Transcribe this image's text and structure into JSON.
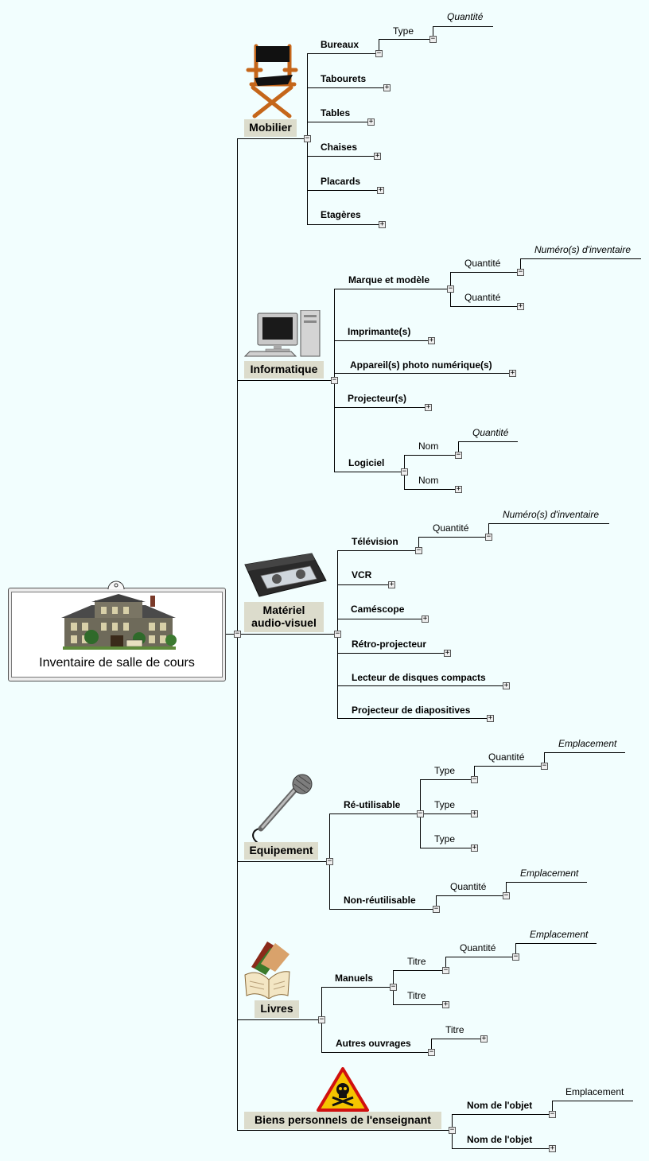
{
  "central": {
    "title": "Inventaire de salle de cours",
    "image": "school-building-icon"
  },
  "branches": {
    "mobilier": {
      "label": "Mobilier",
      "icon": "directors-chair-icon",
      "items": {
        "bureaux": "Bureaux",
        "bureaux_type": "Type",
        "bureaux_type_qty": "Quantité",
        "tabourets": "Tabourets",
        "tables": "Tables",
        "chaises": "Chaises",
        "placards": "Placards",
        "etageres": "Etagères"
      }
    },
    "informatique": {
      "label": "Informatique",
      "icon": "desktop-computer-icon",
      "items": {
        "marque": "Marque et modèle",
        "marque_qty1": "Quantité",
        "marque_qty1_num": "Numéro(s) d'inventaire",
        "marque_qty2": "Quantité",
        "imprimantes": "Imprimante(s)",
        "appareils": "Appareil(s) photo numérique(s)",
        "projecteurs": "Projecteur(s)",
        "logiciel": "Logiciel",
        "logiciel_nom1": "Nom",
        "logiciel_nom1_qty": "Quantité",
        "logiciel_nom2": "Nom"
      }
    },
    "audiovisuel": {
      "label_line1": "Matériel",
      "label_line2": "audio-visuel",
      "icon": "vhs-tape-icon",
      "items": {
        "television": "Télévision",
        "television_qty": "Quantité",
        "television_num": "Numéro(s) d'inventaire",
        "vcr": "VCR",
        "camescope": "Caméscope",
        "retro": "Rétro-projecteur",
        "lecteur": "Lecteur de disques compacts",
        "diapo": "Projecteur de diapositives"
      }
    },
    "equipement": {
      "label": "Equipement",
      "icon": "microphone-icon",
      "items": {
        "reutil": "Ré-utilisable",
        "reutil_type1": "Type",
        "reutil_type1_qty": "Quantité",
        "reutil_type1_emp": "Emplacement",
        "reutil_type2": "Type",
        "reutil_type3": "Type",
        "nonreutil": "Non-réutilisable",
        "nonreutil_qty": "Quantité",
        "nonreutil_emp": "Emplacement"
      }
    },
    "livres": {
      "label": "Livres",
      "icon": "open-book-icon",
      "items": {
        "manuels": "Manuels",
        "manuels_titre1": "Titre",
        "manuels_titre1_qty": "Quantité",
        "manuels_titre1_emp": "Emplacement",
        "manuels_titre2": "Titre",
        "autres": "Autres ouvrages",
        "autres_titre": "Titre"
      }
    },
    "biens": {
      "label": "Biens personnels de l'enseignant",
      "icon": "poison-warning-icon",
      "items": {
        "nom1": "Nom de l'objet",
        "nom1_emp": "Emplacement",
        "nom2": "Nom de l'objet"
      }
    }
  },
  "toggles": {
    "expanded": "−",
    "collapsed": "+"
  },
  "colors": {
    "background": "#f2fefe",
    "branch_fill": "#dcdccc",
    "line": "#000000"
  }
}
